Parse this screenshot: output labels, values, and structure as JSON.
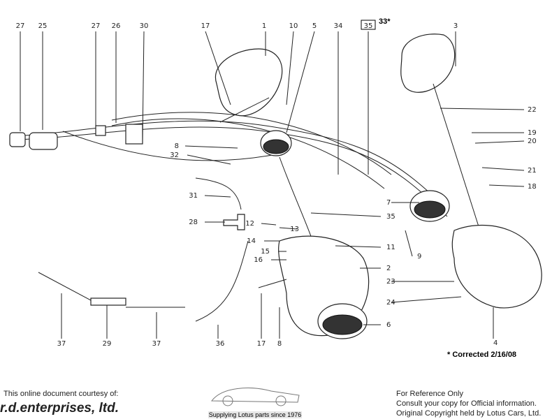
{
  "callouts": {
    "top": [
      "27",
      "25",
      "27",
      "26",
      "30",
      "17",
      "1",
      "10",
      "5",
      "34",
      "35",
      "3"
    ],
    "top_note": "33*",
    "right": [
      "22",
      "19",
      "20",
      "21",
      "18",
      "7",
      "35",
      "11",
      "9",
      "2",
      "23",
      "24",
      "6",
      "4"
    ],
    "left": [
      "8",
      "32",
      "31",
      "28",
      "12",
      "13",
      "14",
      "15",
      "16"
    ],
    "bottom": [
      "37",
      "29",
      "37",
      "36",
      "17",
      "8"
    ]
  },
  "correction_note": "* Corrected 2/16/08",
  "footer": {
    "courtesy": "This online document courtesy of:",
    "brand": "r.d.enterprises, ltd.",
    "logo_caption": "Supplying Lotus parts since 1976",
    "ref1": "For Reference Only",
    "ref2": "Consult your copy for Official information.",
    "ref3": "Original Copyright held by Lotus Cars, Ltd."
  }
}
